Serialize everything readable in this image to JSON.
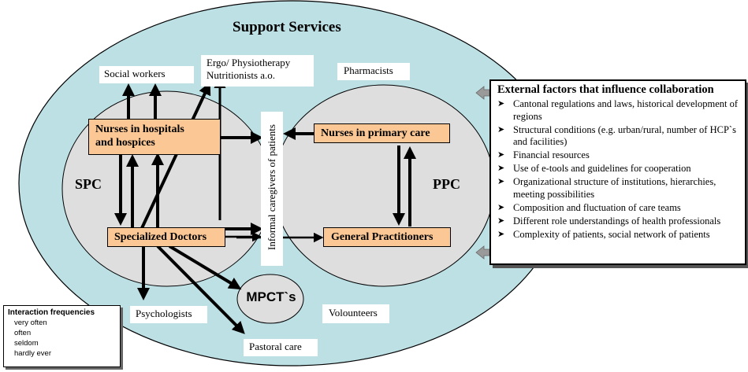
{
  "title": "Support Services",
  "labels": {
    "social_workers": "Social workers",
    "ergo": "Ergo/ Physiotherapy",
    "nutritionists": "Nutritionists a.o.",
    "pharmacists": "Pharmacists",
    "nurses_hosp_1": "Nurses in hospitals",
    "nurses_hosp_2": "and hospices",
    "nurses_primary": "Nurses in primary care",
    "spc": "SPC",
    "ppc": "PPC",
    "informal": "Informal caregivers of patients",
    "specialized_doctors": "Specialized Doctors",
    "general_practitioners": "General Practitioners",
    "mpcts": "MPCT`s",
    "psychologists": "Psychologists",
    "volunteers": "Volounteers",
    "pastoral": "Pastoral care"
  },
  "external": {
    "heading": "External factors that influence collaboration",
    "items": [
      "Cantonal regulations and laws, historical development of regions",
      "Structural conditions (e.g. urban/rural, number of HCP`s and facilities)",
      "Financial resources",
      "Use of e-tools and guidelines for cooperation",
      "Organizational structure of institutions, hierarchies, meeting possibilities",
      "Composition and fluctuation of care teams",
      "Different role understandings of health professionals",
      "Complexity of patients, social network of patients"
    ]
  },
  "legend": {
    "title": "Interaction frequencies",
    "items": [
      "very often",
      "often",
      "seldom",
      "hardly ever"
    ]
  },
  "colors": {
    "outer_ellipse": "#bde0e5",
    "inner_circles": "#dedede",
    "nurse_doctor_boxes": "#fbc795",
    "arrow_grey": "#8a8a8a"
  }
}
